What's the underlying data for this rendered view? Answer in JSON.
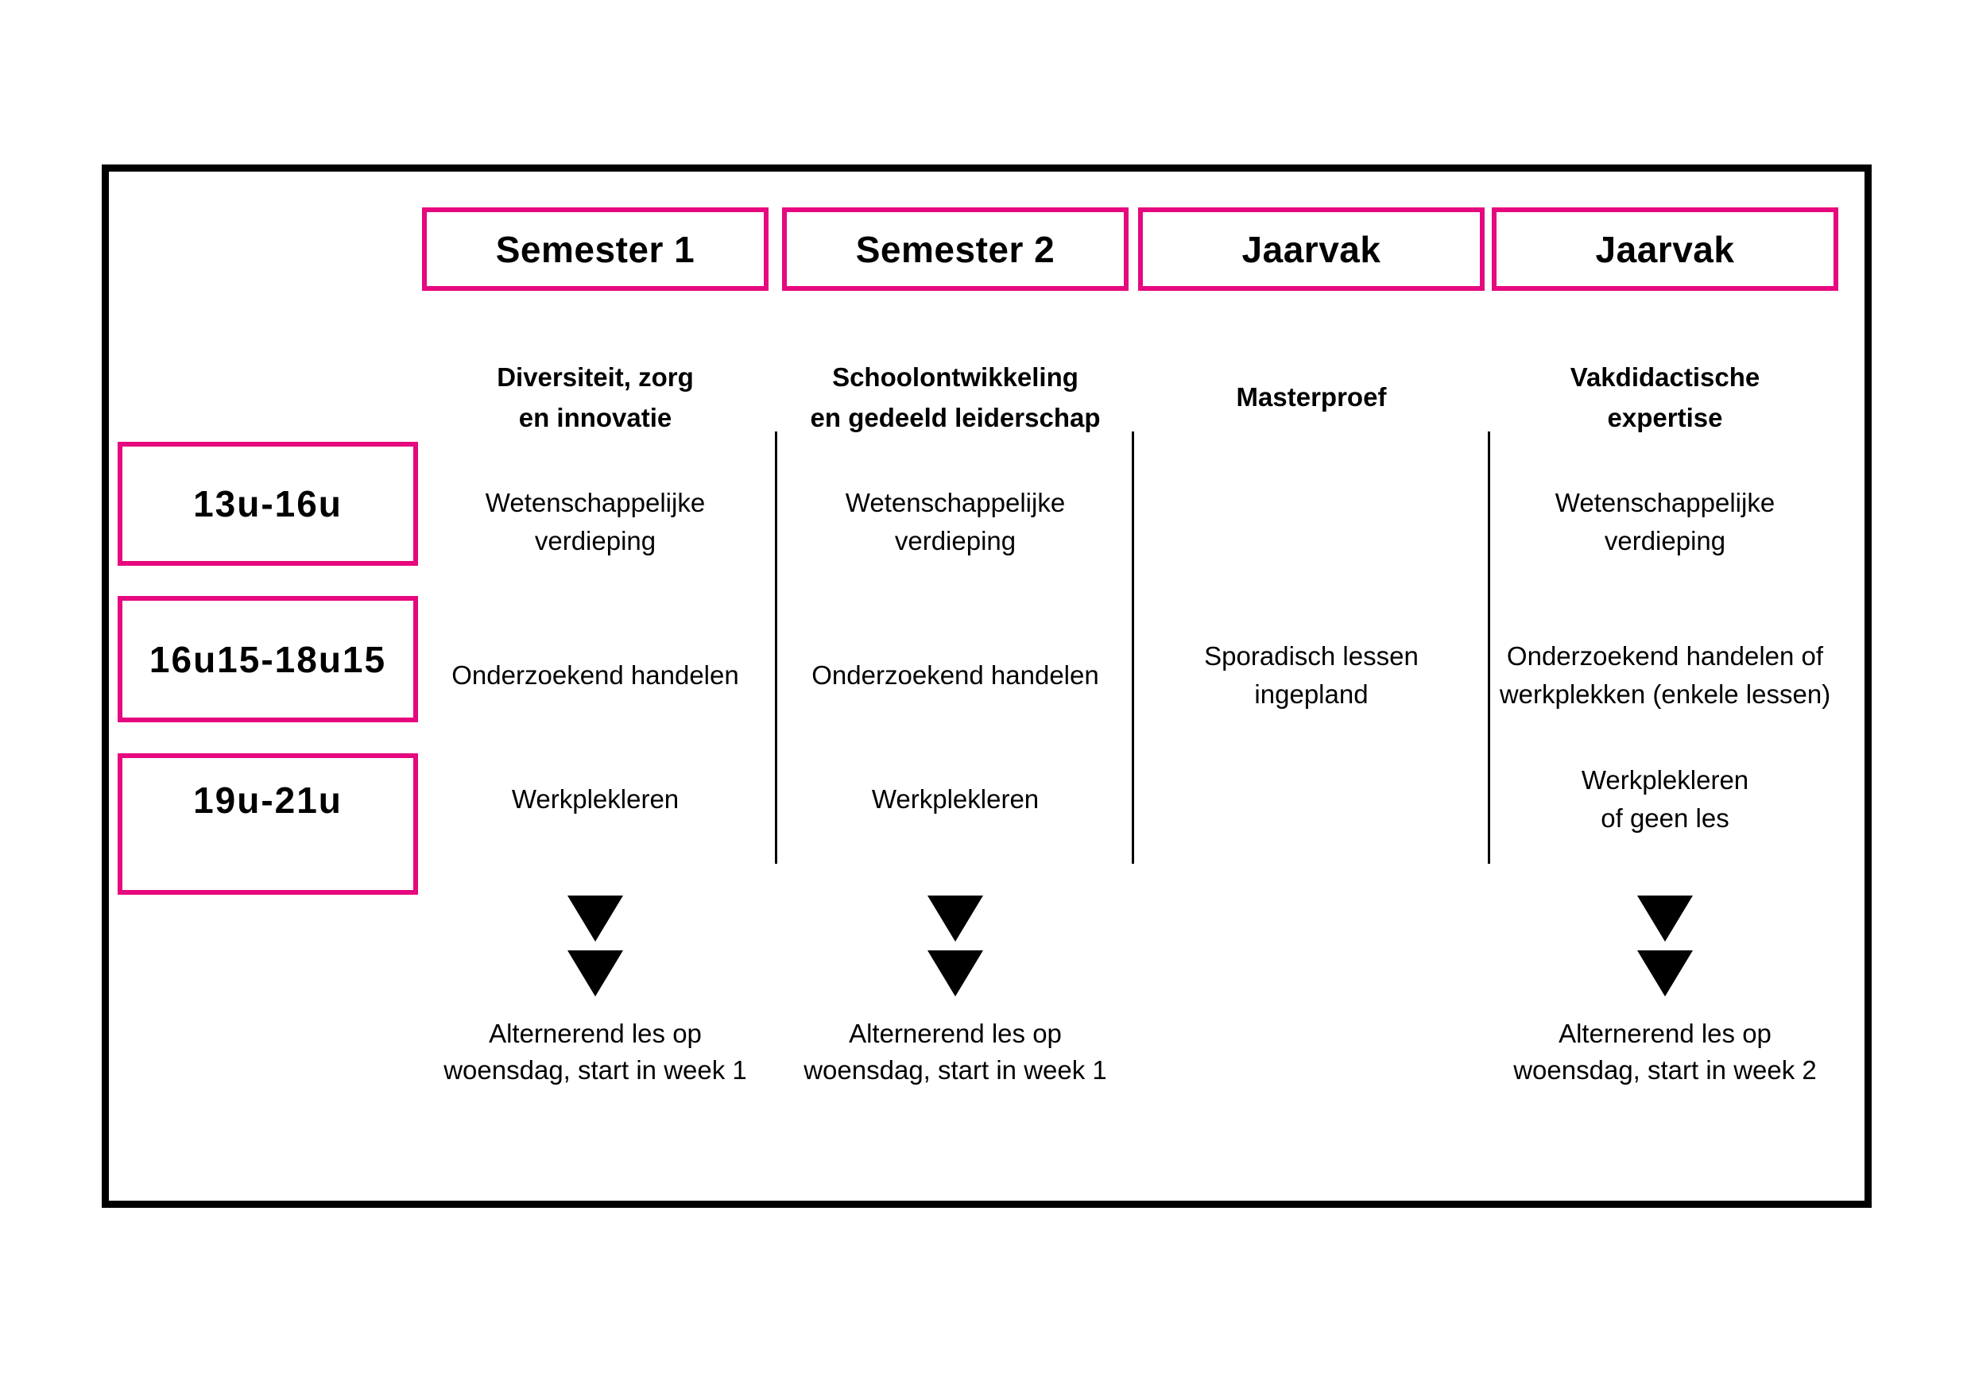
{
  "colors": {
    "accent": "#E6087E",
    "frame": "#000000",
    "text": "#000000"
  },
  "table": {
    "time_slots": [
      {
        "label": "13u-16u"
      },
      {
        "label": "16u15-18u15"
      },
      {
        "label": "19u-21u"
      }
    ],
    "columns": [
      {
        "header": "Semester 1",
        "subtitle": "Diversiteit, zorg\nen innovatie",
        "cells": [
          "Wetenschappelijke\nverdieping",
          "Onderzoekend handelen",
          "Werkplekleren"
        ],
        "note": "Alternerend les op\nwoensdag, start in week 1"
      },
      {
        "header": "Semester 2",
        "subtitle": "Schoolontwikkeling\nen gedeeld leiderschap",
        "cells": [
          "Wetenschappelijke\nverdieping",
          "Onderzoekend handelen",
          "Werkplekleren"
        ],
        "note": "Alternerend les op\nwoensdag, start in week 1"
      },
      {
        "header": "Jaarvak",
        "subtitle": "Masterproef",
        "cells": [
          "",
          "Sporadisch lessen\ningepland",
          ""
        ],
        "note": ""
      },
      {
        "header": "Jaarvak",
        "subtitle": "Vakdidactische\nexpertise",
        "cells": [
          "Wetenschappelijke\nverdieping",
          "Onderzoekend handelen of\nwerkplekken (enkele lessen)",
          "Werkplekleren\nof geen les"
        ],
        "note": "Alternerend les op\nwoensdag, start in week 2"
      }
    ]
  }
}
